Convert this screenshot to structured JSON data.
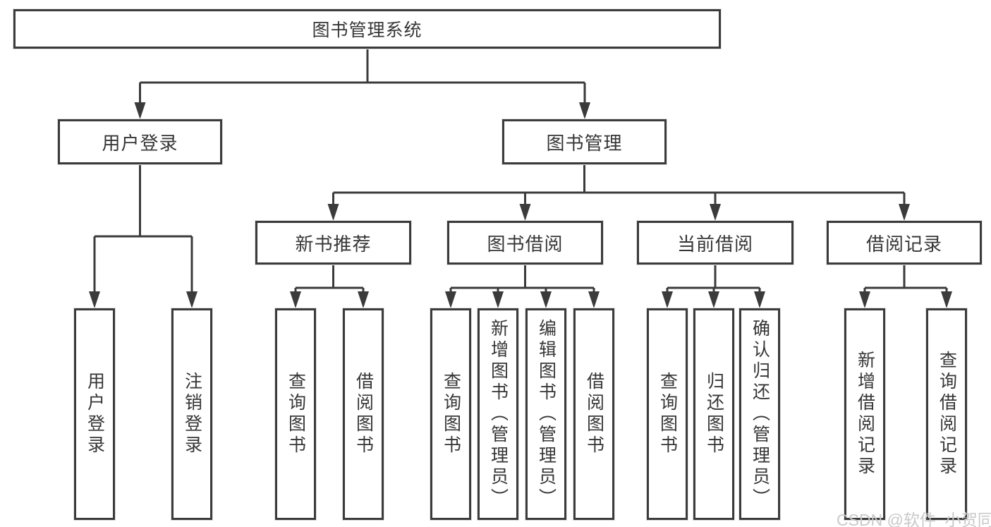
{
  "tree": {
    "label": "图书管理系统",
    "children": [
      {
        "label": "用户登录",
        "children": [
          {
            "label": "用户登录"
          },
          {
            "label": "注销登录"
          }
        ]
      },
      {
        "label": "图书管理",
        "children": [
          {
            "label": "新书推荐",
            "children": [
              {
                "label": "查询图书"
              },
              {
                "label": "借阅图书"
              }
            ]
          },
          {
            "label": "图书借阅",
            "children": [
              {
                "label": "查询图书"
              },
              {
                "label": "新增图书（管理员）"
              },
              {
                "label": "编辑图书（管理员）"
              },
              {
                "label": "借阅图书"
              }
            ]
          },
          {
            "label": "当前借阅",
            "children": [
              {
                "label": "查询图书"
              },
              {
                "label": "归还图书"
              },
              {
                "label": "确认归还（管理员）"
              }
            ]
          },
          {
            "label": "借阅记录",
            "children": [
              {
                "label": "新增借阅记录"
              },
              {
                "label": "查询借阅记录"
              }
            ]
          }
        ]
      }
    ]
  },
  "watermark": {
    "text": "CSDN @软件_小贺同学",
    "color": "#c9c9c9"
  },
  "colors": {
    "line": "#3b3b3b",
    "box_border": "#3b3b3b",
    "text": "#363636",
    "background": "#ffffff"
  }
}
